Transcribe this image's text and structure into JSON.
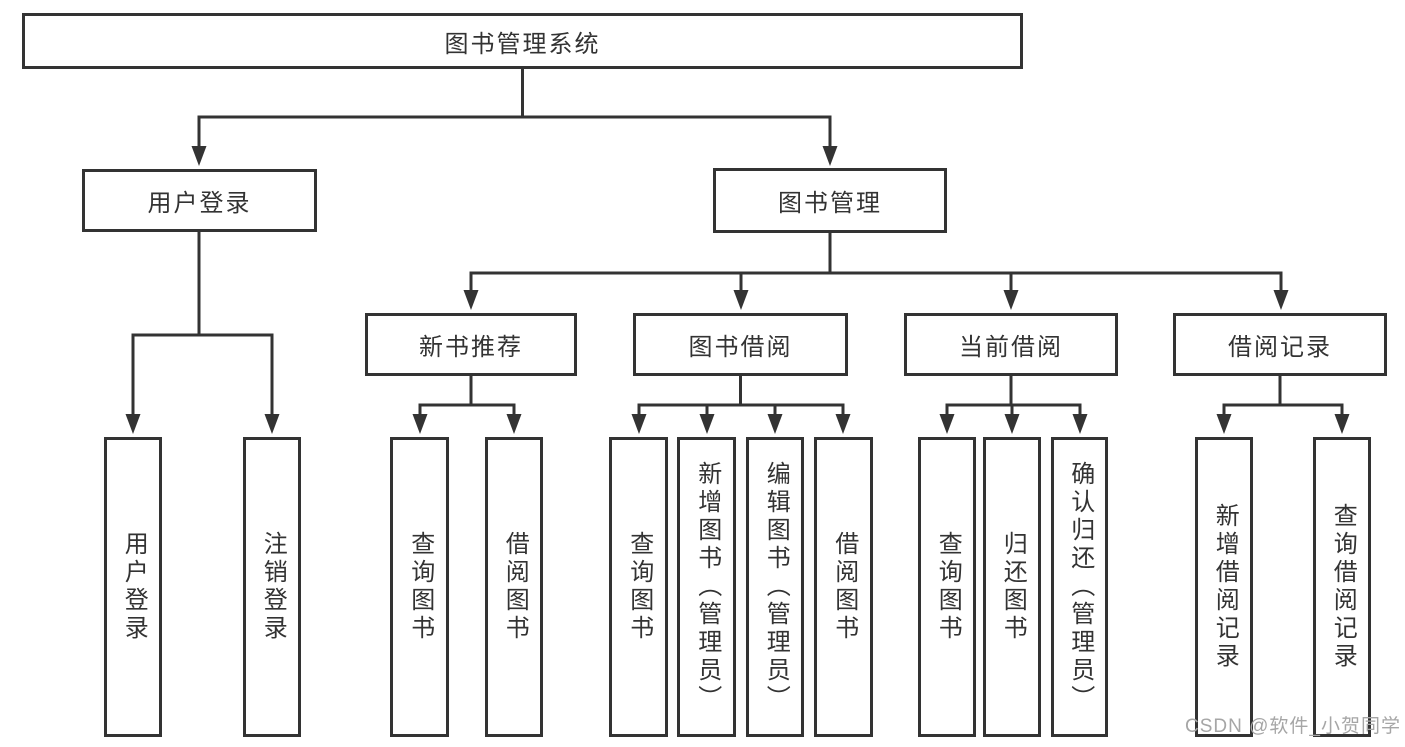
{
  "colors": {
    "ink": "#333333",
    "watermark": "#a6a6a6"
  },
  "watermark": {
    "text": "CSDN @软件_小贺同学"
  },
  "diagram": {
    "root": {
      "label": "图书管理系统"
    },
    "branches": [
      {
        "label": "用户登录",
        "children": [
          {
            "label": "用户登录"
          },
          {
            "label": "注销登录"
          }
        ]
      },
      {
        "label": "图书管理",
        "children": [
          {
            "label": "新书推荐",
            "children": [
              {
                "label": "查询图书"
              },
              {
                "label": "借阅图书"
              }
            ]
          },
          {
            "label": "图书借阅",
            "children": [
              {
                "label": "查询图书"
              },
              {
                "label": "新增图书（管理员）"
              },
              {
                "label": "编辑图书（管理员）"
              },
              {
                "label": "借阅图书"
              }
            ]
          },
          {
            "label": "当前借阅",
            "children": [
              {
                "label": "查询图书"
              },
              {
                "label": "归还图书"
              },
              {
                "label": "确认归还（管理员）"
              }
            ]
          },
          {
            "label": "借阅记录",
            "children": [
              {
                "label": "新增借阅记录"
              },
              {
                "label": "查询借阅记录"
              }
            ]
          }
        ]
      }
    ]
  }
}
